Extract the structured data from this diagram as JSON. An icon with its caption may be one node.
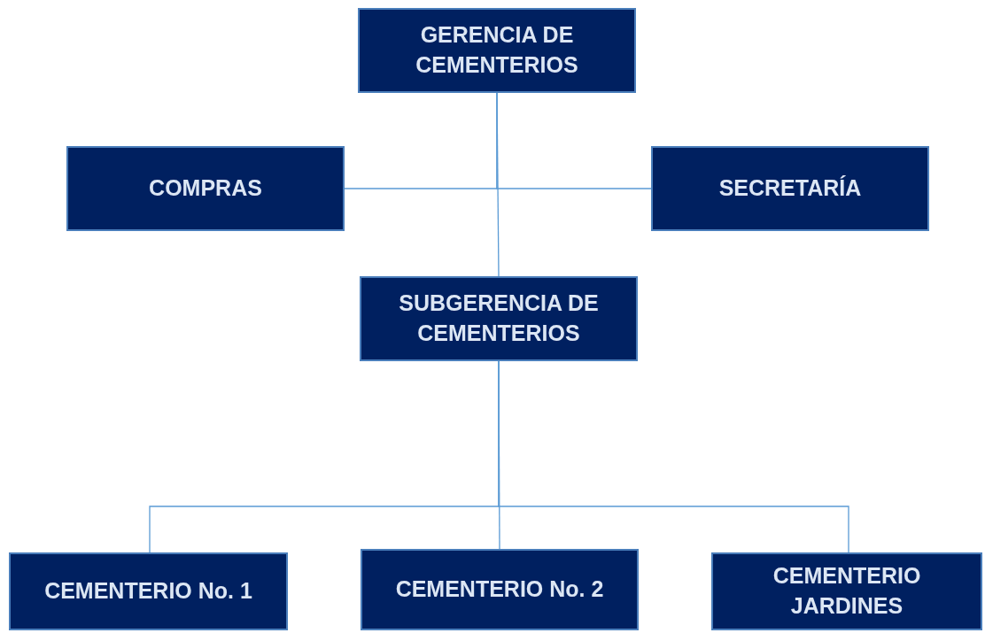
{
  "diagram": {
    "nodes": [
      {
        "text": [
          "GERENCIA DE CEMENTERIOS"
        ]
      },
      {
        "text": [
          "COMPRAS"
        ]
      },
      {
        "text": [
          "SECRETARÍA"
        ]
      },
      {
        "text": [
          "SUBGERENCIA DE CEMENTERIOS"
        ]
      },
      {
        "text": [
          "CEMENTERIO No. 1"
        ]
      },
      {
        "text": [
          "CEMENTERIO No. 2"
        ]
      },
      {
        "text": [
          "CEMENTERIO JARDINES"
        ]
      }
    ],
    "edges": [
      {
        "from": 0,
        "to": 1,
        "arrow": "none"
      },
      {
        "from": 0,
        "to": 2,
        "arrow": "none"
      },
      {
        "from": 0,
        "to": 3,
        "arrow": "none"
      },
      {
        "from": 3,
        "to": 4,
        "arrow": "none"
      },
      {
        "from": 3,
        "to": 5,
        "arrow": "none"
      },
      {
        "from": 3,
        "to": 6,
        "arrow": "none"
      }
    ]
  }
}
